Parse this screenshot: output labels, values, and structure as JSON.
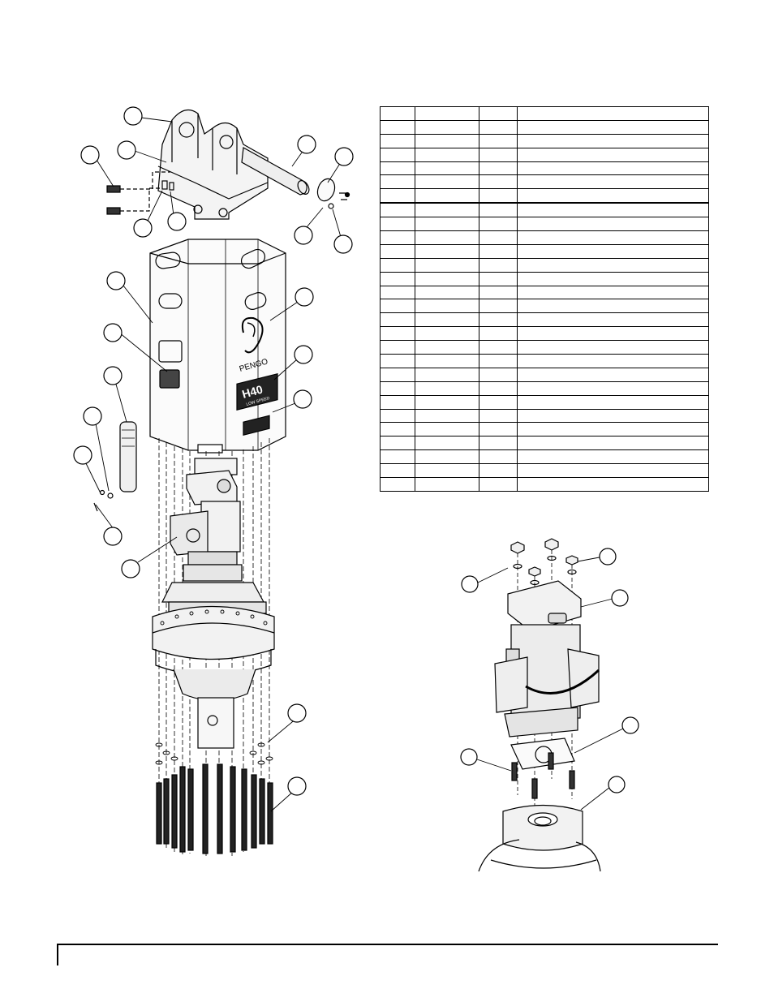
{
  "drawing": {
    "main_assembly": {
      "housing_logo_text": "PENGO",
      "housing_model_text": "H40",
      "housing_model_sub_text": "LOW SPEED"
    }
  },
  "parts_table": {
    "rows": 28
  },
  "colors": {
    "line": "#000000",
    "background": "#ffffff",
    "fill_light": "#f2f2f2",
    "fill_mid": "#d9d9d9"
  }
}
